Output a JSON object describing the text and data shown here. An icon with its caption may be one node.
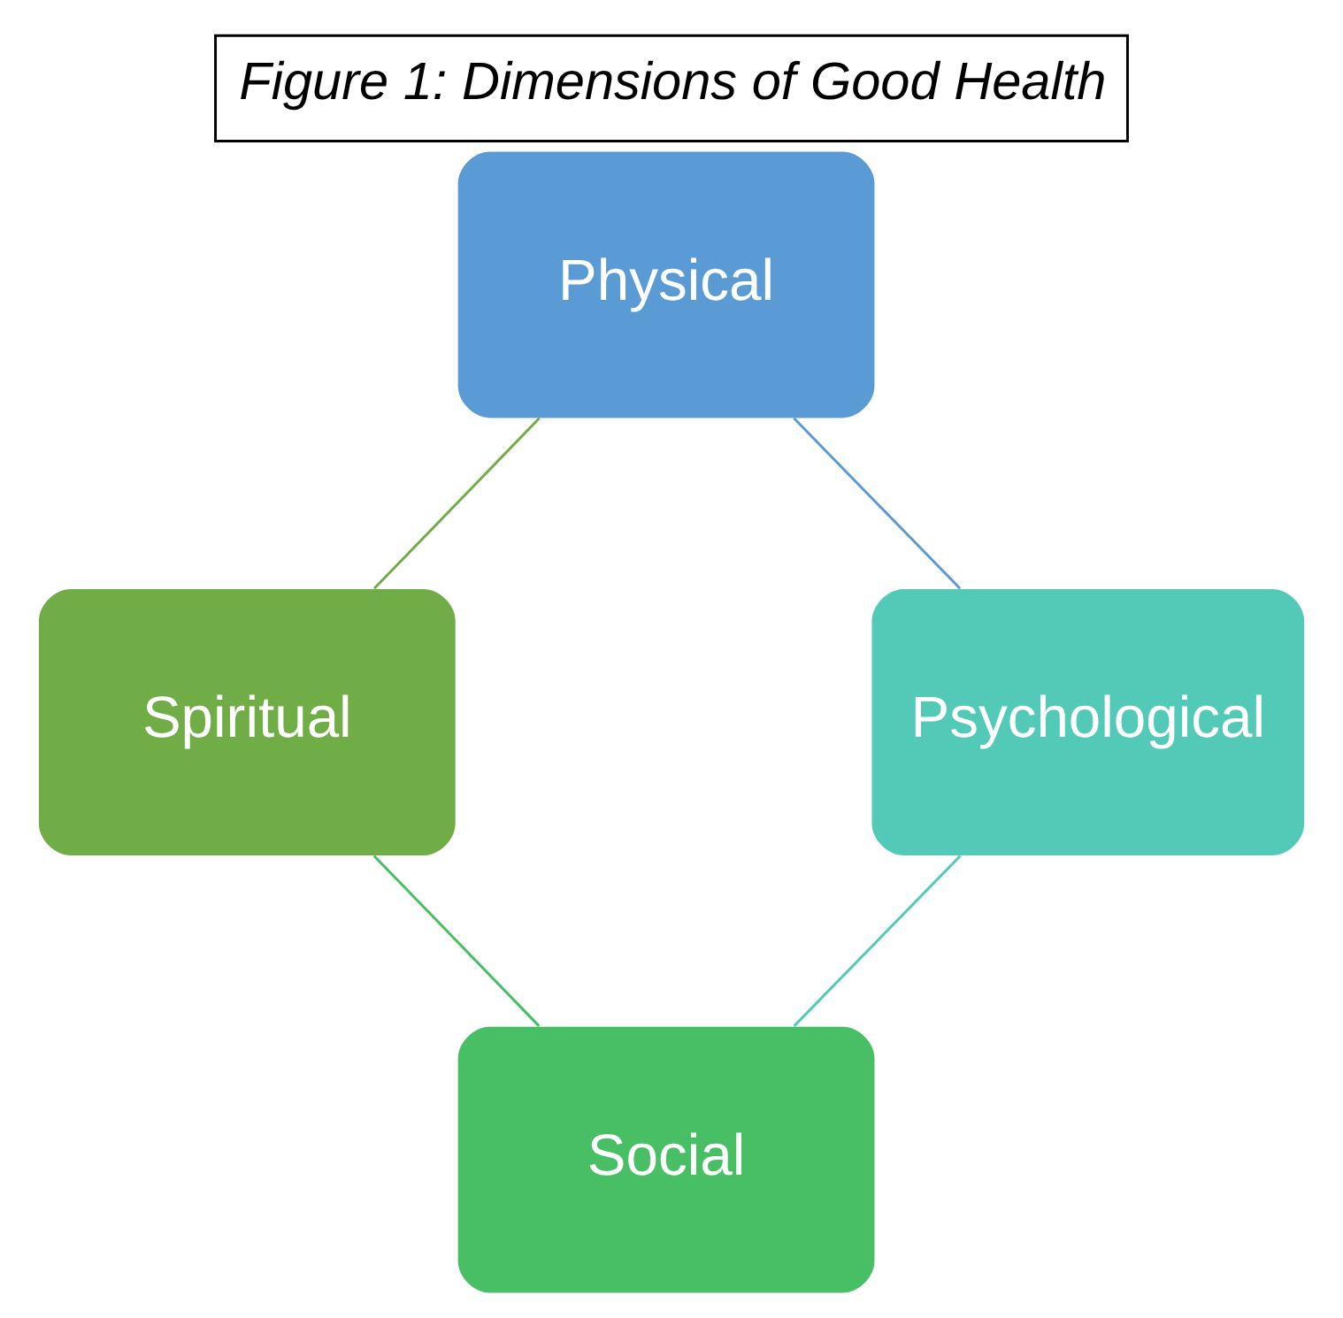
{
  "diagram": {
    "title": "Figure 1: Dimensions of Good Health",
    "nodes": [
      {
        "text": [
          "Physical"
        ]
      },
      {
        "text": [
          "Spiritual"
        ]
      },
      {
        "text": [
          "Psychological"
        ]
      },
      {
        "text": [
          "Social"
        ]
      }
    ],
    "edges": [
      {
        "from": 0,
        "to": 2,
        "arrow": "none",
        "color": "#5b9bd5"
      },
      {
        "from": 2,
        "to": 3,
        "arrow": "none",
        "color": "#53cab8"
      },
      {
        "from": 3,
        "to": 1,
        "arrow": "none",
        "color": "#48bf65"
      },
      {
        "from": 1,
        "to": 0,
        "arrow": "none",
        "color": "#70ad47"
      }
    ]
  }
}
